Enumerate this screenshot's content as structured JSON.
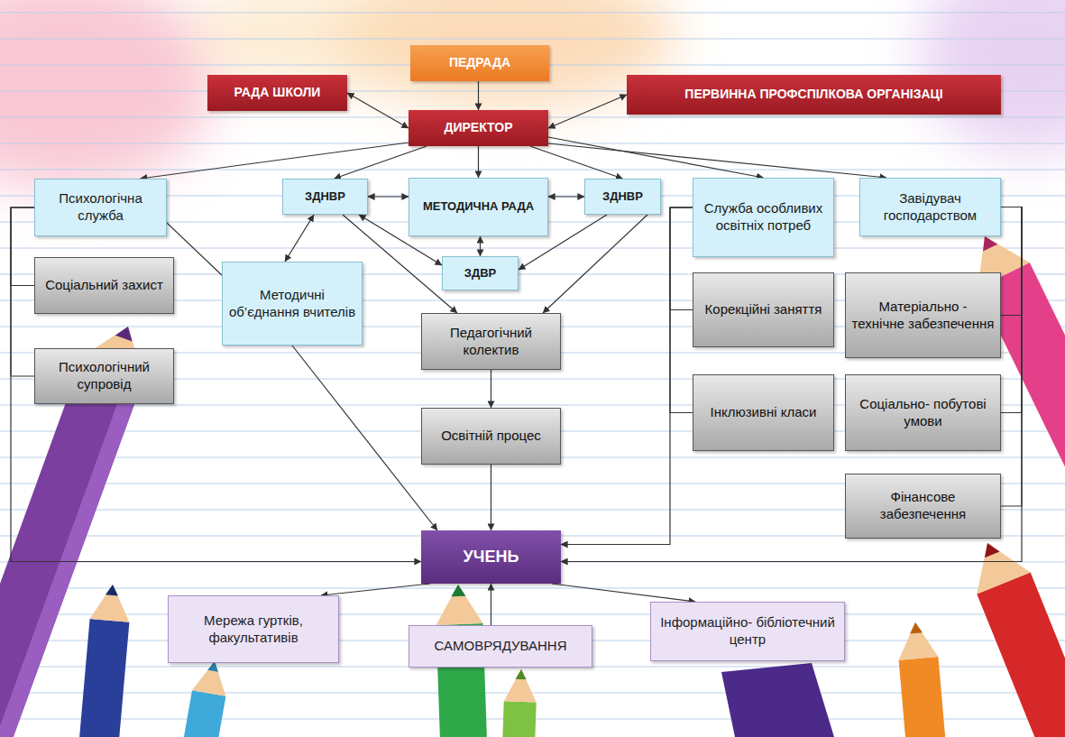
{
  "diagram": {
    "nodes": [
      {
        "text": [
          "ПЕДРАДА"
        ]
      },
      {
        "text": [
          "РАДА ШКОЛИ"
        ]
      },
      {
        "text": [
          "ПЕРВИННА ПРОФСПІЛКОВА ОРГАНІЗАЦІ"
        ]
      },
      {
        "text": [
          "ДИРЕКТОР"
        ]
      },
      {
        "text": [
          "Психологічна служба"
        ]
      },
      {
        "text": [
          "ЗДНВР"
        ]
      },
      {
        "text": [
          "МЕТОДИЧНА РАДА"
        ]
      },
      {
        "text": [
          "ЗДНВР"
        ]
      },
      {
        "text": [
          "Служба особливих освітніх потреб"
        ]
      },
      {
        "text": [
          "Завідувач господарством"
        ]
      },
      {
        "text": [
          "Соціальний захист"
        ]
      },
      {
        "text": [
          "Методичні об’єднання вчителів"
        ]
      },
      {
        "text": [
          "ЗДВР"
        ]
      },
      {
        "text": [
          "Педагогічний колектив"
        ]
      },
      {
        "text": [
          "Корекційні заняття"
        ]
      },
      {
        "text": [
          "Матеріально - технічне забезпечення"
        ]
      },
      {
        "text": [
          "Психологічний супровід"
        ]
      },
      {
        "text": [
          "Інклюзивні класи"
        ]
      },
      {
        "text": [
          "Соціально- побутові умови"
        ]
      },
      {
        "text": [
          "Освітній процес"
        ]
      },
      {
        "text": [
          "Фінансове забезпечення"
        ]
      },
      {
        "text": [
          "УЧЕНЬ"
        ]
      },
      {
        "text": [
          "Мережа гуртків, факультативів"
        ]
      },
      {
        "text": [
          "САМОВРЯДУВАННЯ"
        ]
      },
      {
        "text": [
          "Інформаційно- бібліотечний центр"
        ]
      }
    ],
    "edges": [
      {
        "from": 0,
        "to": 3,
        "arrow": "to"
      },
      {
        "from": 1,
        "to": 3,
        "arrow": "both"
      },
      {
        "from": 2,
        "to": 3,
        "arrow": "both"
      },
      {
        "from": 3,
        "to": 4,
        "arrow": "to"
      },
      {
        "from": 3,
        "to": 5,
        "arrow": "to"
      },
      {
        "from": 3,
        "to": 6,
        "arrow": "to"
      },
      {
        "from": 3,
        "to": 7,
        "arrow": "to"
      },
      {
        "from": 3,
        "to": 8,
        "arrow": "to"
      },
      {
        "from": 3,
        "to": 9,
        "arrow": "to"
      },
      {
        "from": 5,
        "to": 6,
        "arrow": "both"
      },
      {
        "from": 6,
        "to": 7,
        "arrow": "both"
      },
      {
        "from": 5,
        "to": 11,
        "arrow": "both"
      },
      {
        "from": 5,
        "to": 12,
        "arrow": "both"
      },
      {
        "from": 5,
        "to": 13,
        "arrow": "to"
      },
      {
        "from": 6,
        "to": 12,
        "arrow": "both"
      },
      {
        "from": 7,
        "to": 12,
        "arrow": "to"
      },
      {
        "from": 7,
        "to": 13,
        "arrow": "to"
      },
      {
        "from": 4,
        "to": 11,
        "arrow": "none"
      },
      {
        "from": 13,
        "to": 19,
        "arrow": "to"
      },
      {
        "from": 19,
        "to": 21,
        "arrow": "to"
      },
      {
        "from": 11,
        "to": 21,
        "arrow": "to"
      },
      {
        "from": 4,
        "to": 21,
        "arrow": "to"
      },
      {
        "from": 4,
        "to": 10,
        "arrow": "none"
      },
      {
        "from": 4,
        "to": 16,
        "arrow": "none"
      },
      {
        "from": 8,
        "to": 21,
        "arrow": "to"
      },
      {
        "from": 8,
        "to": 14,
        "arrow": "none"
      },
      {
        "from": 8,
        "to": 17,
        "arrow": "none"
      },
      {
        "from": 9,
        "to": 21,
        "arrow": "to"
      },
      {
        "from": 9,
        "to": 15,
        "arrow": "none"
      },
      {
        "from": 9,
        "to": 18,
        "arrow": "none"
      },
      {
        "from": 9,
        "to": 20,
        "arrow": "none"
      },
      {
        "from": 21,
        "to": 22,
        "arrow": "to"
      },
      {
        "from": 23,
        "to": 21,
        "arrow": "to"
      },
      {
        "from": 21,
        "to": 24,
        "arrow": "to"
      }
    ]
  }
}
